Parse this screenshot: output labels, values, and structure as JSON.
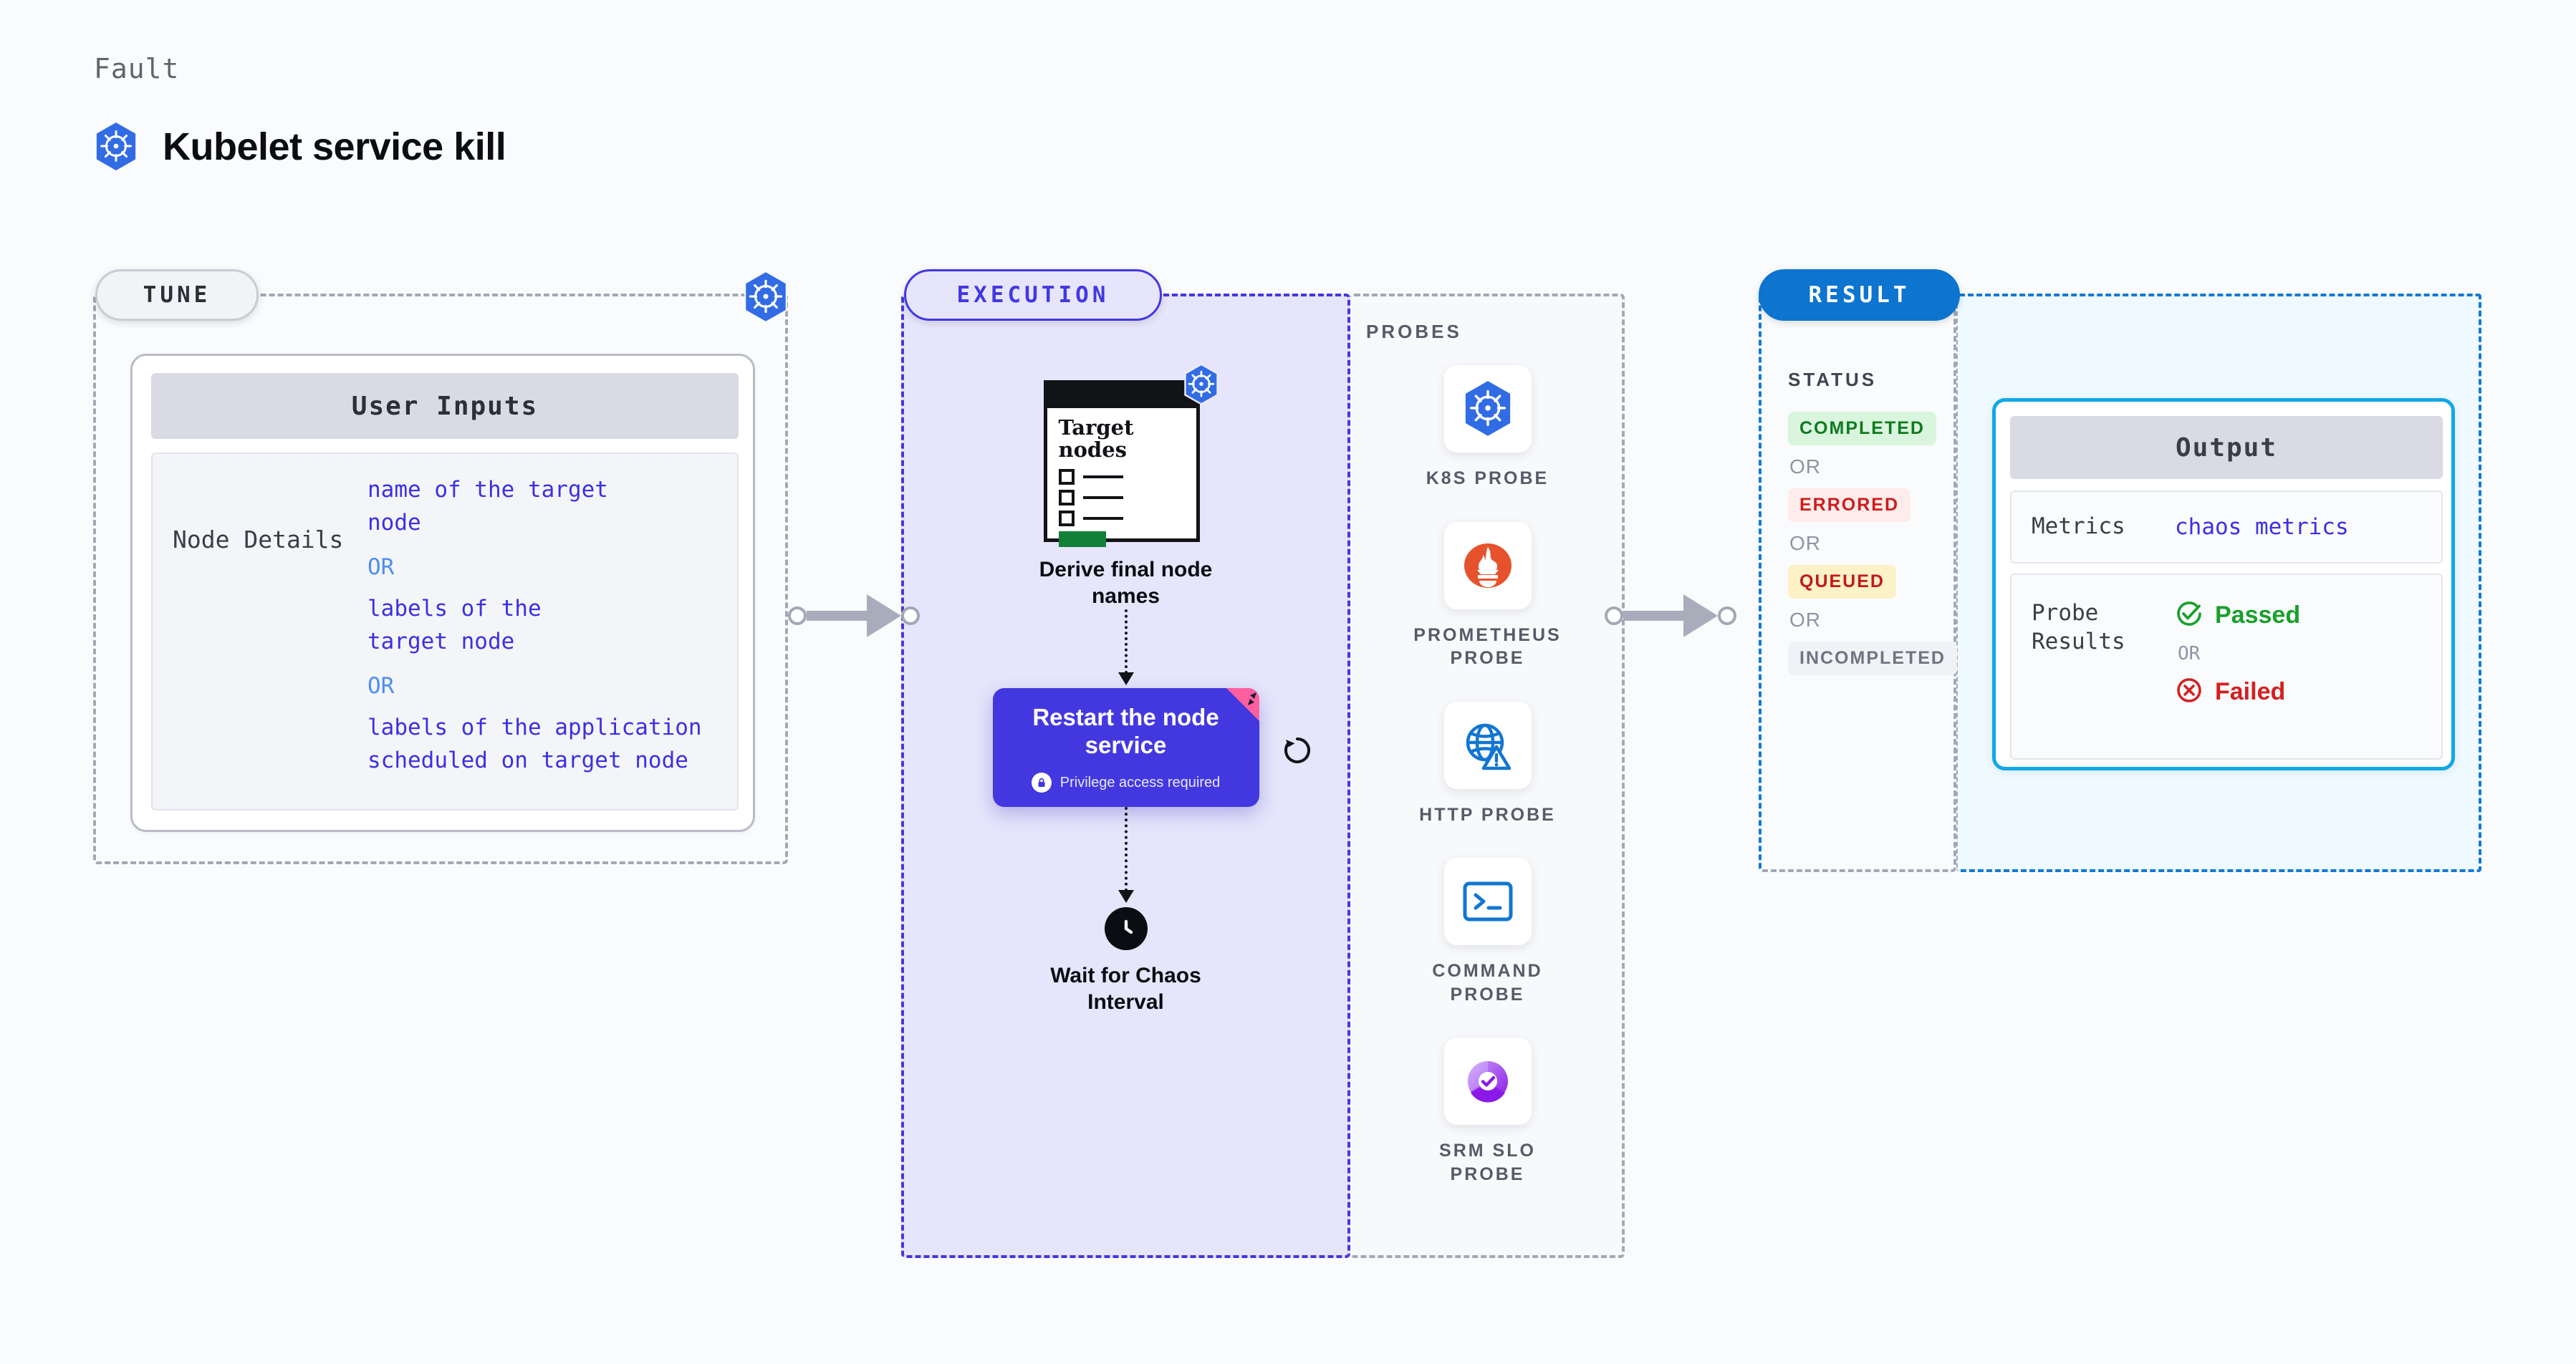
{
  "header": {
    "kicker": "Fault",
    "title": "Kubelet service kill",
    "icon": "kubernetes-icon"
  },
  "stages": {
    "tune": {
      "label": "TUNE",
      "badge_icon": "kubernetes-icon"
    },
    "execution": {
      "label": "EXECUTION"
    },
    "result": {
      "label": "RESULT"
    }
  },
  "tune": {
    "card_title": "User Inputs",
    "rows": [
      {
        "key": "Node Details",
        "values": [
          "name of the target",
          "node"
        ],
        "or1": "OR",
        "values2": [
          "labels of the",
          "target node"
        ],
        "or2": "OR",
        "values3": [
          "labels of the application",
          " scheduled on target node"
        ]
      }
    ]
  },
  "execution": {
    "node_window": {
      "title_line1": "Target",
      "title_line2": "nodes",
      "badge_icon": "kubernetes-icon",
      "checkbox_rows": 3,
      "progress_bar_color": "#13803a"
    },
    "step1_caption_line1": "Derive final node",
    "step1_caption_line2": "names",
    "action": {
      "title_line1": "Restart the node",
      "title_line2": "service",
      "privilege_note": "Privilege access required",
      "privilege_icon": "lock-icon",
      "ribbon_icon": "chaos-ribbon-icon",
      "retry_icon": "refresh-icon",
      "bg_color": "#4338e0"
    },
    "wait": {
      "icon": "clock-icon",
      "caption_line1": "Wait for Chaos",
      "caption_line2": "Interval"
    }
  },
  "probes": {
    "title": "PROBES",
    "items": [
      {
        "icon": "kubernetes-icon",
        "label_line1": "K8S  PROBE",
        "label_line2": ""
      },
      {
        "icon": "prometheus-icon",
        "label_line1": "PROMETHEUS",
        "label_line2": "PROBE"
      },
      {
        "icon": "globe-warning-icon",
        "label_line1": "HTTP  PROBE",
        "label_line2": ""
      },
      {
        "icon": "terminal-icon",
        "label_line1": "COMMAND",
        "label_line2": "PROBE"
      },
      {
        "icon": "srm-slo-icon",
        "label_line1": "SRM  SLO",
        "label_line2": "PROBE"
      }
    ]
  },
  "result": {
    "status_title": "STATUS",
    "or_label": "OR",
    "statuses": [
      {
        "label": "COMPLETED",
        "fg": "#107a1f",
        "bg": "#d9f5dd"
      },
      {
        "label": "ERRORED",
        "fg": "#cf1b1b",
        "bg": "#fdecea"
      },
      {
        "label": "QUEUED",
        "fg": "#c01919",
        "bg": "#fdf1c7"
      },
      {
        "label": "INCOMPLETED",
        "fg": "#6f7480",
        "bg": "#f1f2f6"
      }
    ],
    "output": {
      "title": "Output",
      "metrics_key": "Metrics",
      "metrics_value": "chaos metrics",
      "probe_key_line1": "Probe",
      "probe_key_line2": "Results",
      "passed_label": "Passed",
      "passed_icon": "check-circle-icon",
      "or_label": "OR",
      "failed_label": "Failed",
      "failed_icon": "x-circle-icon"
    }
  },
  "colors": {
    "k8s_blue": "#326ce5",
    "execution_purple": "#4338e0",
    "result_blue": "#0d74cf",
    "output_border": "#11a7e8",
    "prometheus_orange": "#e6522c"
  }
}
